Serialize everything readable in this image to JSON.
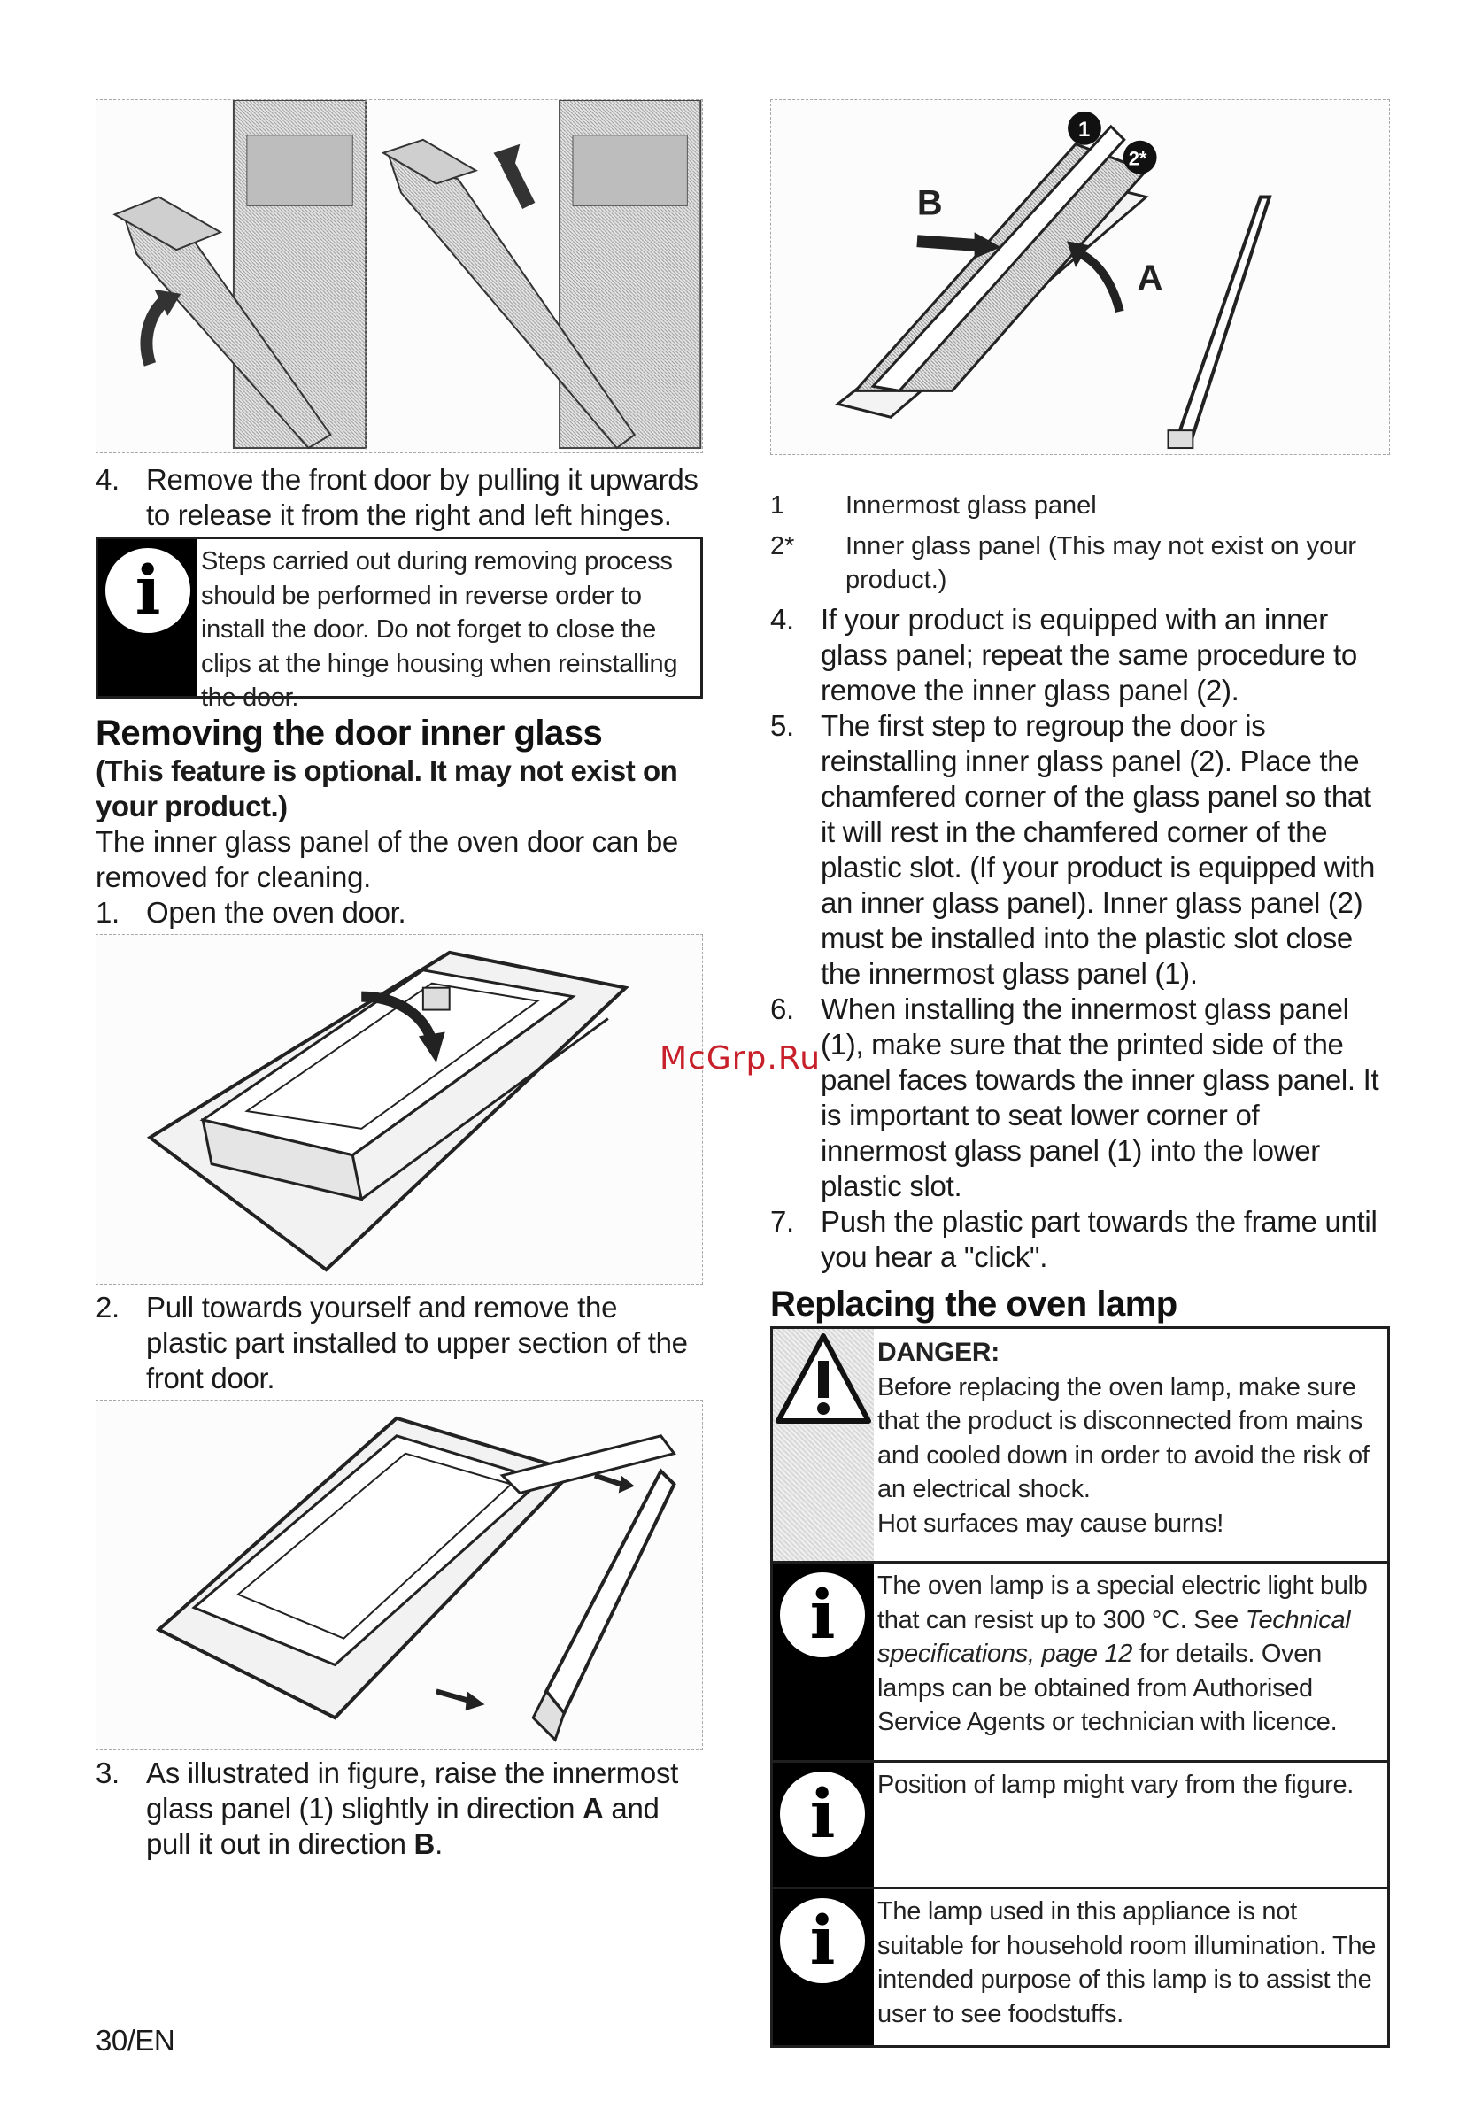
{
  "left": {
    "step4": {
      "num": "4.",
      "text": "Remove the front door by pulling it upwards to release it from the right and left hinges."
    },
    "note1": "Steps carried out during removing process should be performed in reverse order to install the door. Do not forget to close the clips at the hinge housing when reinstalling the door.",
    "section_title": "Removing the door inner glass",
    "section_sub": "(This feature is optional. It may not exist on your product.)",
    "section_intro": "The inner glass panel of the oven door can be removed for cleaning.",
    "step1": {
      "num": "1.",
      "text": "Open the oven door."
    },
    "step2": {
      "num": "2.",
      "text": "Pull towards yourself and remove the plastic part installed to upper section of the front door."
    },
    "step3": {
      "num": "3.",
      "pre": "As illustrated in figure, raise the innermost glass panel (1) slightly in direction ",
      "a": "A",
      "mid": " and pull it out in direction ",
      "b": "B",
      "end": "."
    }
  },
  "right": {
    "figure_labels": {
      "b": "B",
      "a": "A",
      "one": "1",
      "two": "2*"
    },
    "legend": [
      {
        "key": "1",
        "text": "Innermost glass panel"
      },
      {
        "key": "2*",
        "text": "Inner glass panel (This may not exist on your product.)"
      }
    ],
    "steps": [
      {
        "num": "4.",
        "text": "If your product is equipped with an inner glass panel; repeat the same procedure to remove the inner glass panel (2)."
      },
      {
        "num": "5.",
        "text": "The first step to regroup the door is reinstalling inner glass panel (2). Place the chamfered corner of the glass panel so that it will rest in the chamfered corner of the plastic slot. (If your product is equipped with an inner glass panel). Inner glass panel (2) must be installed into the plastic slot close the innermost glass panel (1)."
      },
      {
        "num": "6.",
        "text": "When installing the innermost glass panel (1), make sure that the printed side of the panel faces towards the inner glass panel. It is important to seat lower corner of innermost glass panel (1) into the lower plastic slot."
      },
      {
        "num": "7.",
        "text": "Push the plastic part towards the frame until you hear a \"click\"."
      }
    ],
    "lamp_title": "Replacing the oven lamp",
    "danger_title": "DANGER:",
    "danger_text": "Before replacing the oven lamp, make sure that the product is disconnected from mains and cooled down in order to avoid the risk of an electrical shock.",
    "danger_text2": "Hot surfaces may cause burns!",
    "info1_pre": "The oven lamp is a special electric light bulb that can resist up to 300 °C. See ",
    "info1_ref": "Technical specifications, page 12",
    "info1_post": " for details. Oven lamps can be obtained from Authorised Service Agents or technician with licence.",
    "info2": "Position of lamp might vary from the figure.",
    "info3": "The lamp used in this appliance is not suitable for household room illumination. The intended purpose of this lamp is to assist the user to see foodstuffs."
  },
  "watermark": "McGrp.Ru",
  "footer": "30/EN",
  "icons": {
    "info": "info-icon",
    "danger": "warning-triangle-icon"
  }
}
